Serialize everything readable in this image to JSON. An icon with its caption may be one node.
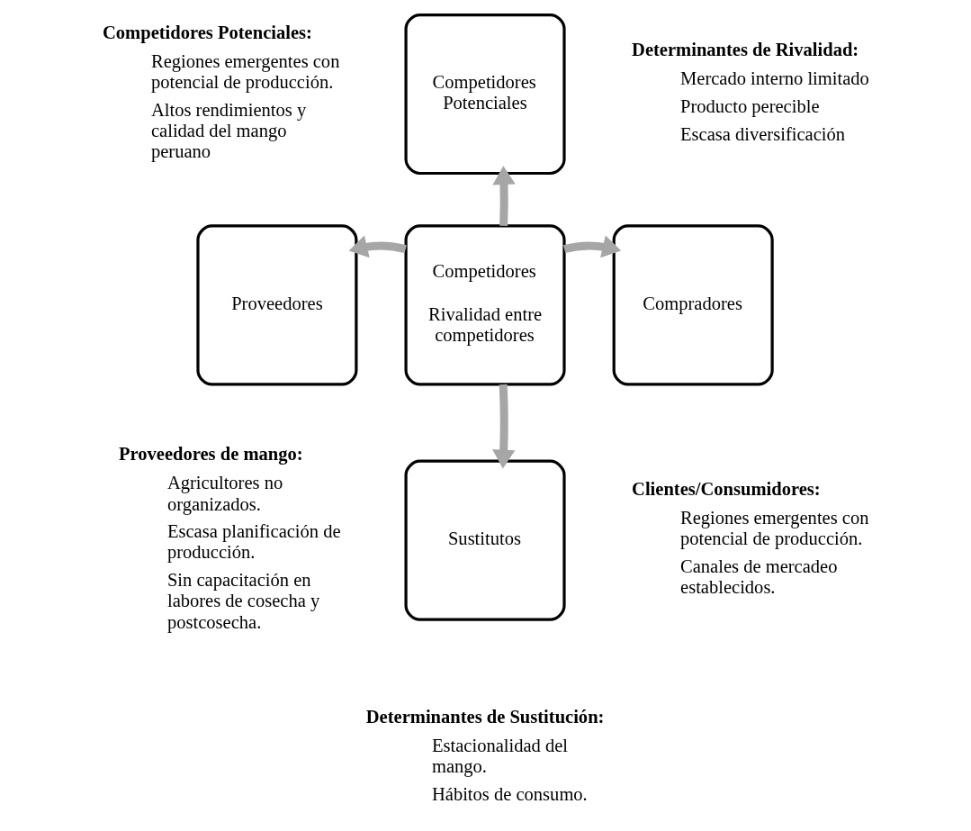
{
  "diagram": {
    "nodes": [
      {
        "text": [
          "Competidores Potenciales"
        ],
        "beside": [
          "Competidores Potenciales:",
          "Regiones emergentes con potencial de producción.",
          "Altos rendimientos y calidad del mango peruano"
        ]
      },
      {
        "text": [
          "Proveedores"
        ],
        "beside": [
          "Proveedores de mango:",
          "Agricultores no organizados.",
          "Escasa planificación de producción.",
          "Sin capacitación en labores de cosecha y postcosecha."
        ]
      },
      {
        "text": [
          "Competidores",
          "Rivalidad entre competidores"
        ],
        "beside": [
          "Determinantes de Rivalidad:",
          "Mercado interno limitado",
          "Producto perecible",
          "Escasa diversificación"
        ]
      },
      {
        "text": [
          "Compradores"
        ],
        "beside": [
          "Clientes/Consumidores:",
          "Regiones emergentes con potencial de producción.",
          "Canales de mercadeo establecidos."
        ]
      },
      {
        "text": [
          "Sustitutos"
        ],
        "beside": [
          "Determinantes de Sustitución:",
          "Estacionalidad del mango.",
          "Hábitos de consumo."
        ]
      }
    ],
    "edges": [
      {
        "from": 2,
        "to": 0,
        "arrow": "to"
      },
      {
        "from": 2,
        "to": 1,
        "arrow": "to"
      },
      {
        "from": 2,
        "to": 3,
        "arrow": "to"
      },
      {
        "from": 2,
        "to": 4,
        "arrow": "to"
      }
    ]
  }
}
